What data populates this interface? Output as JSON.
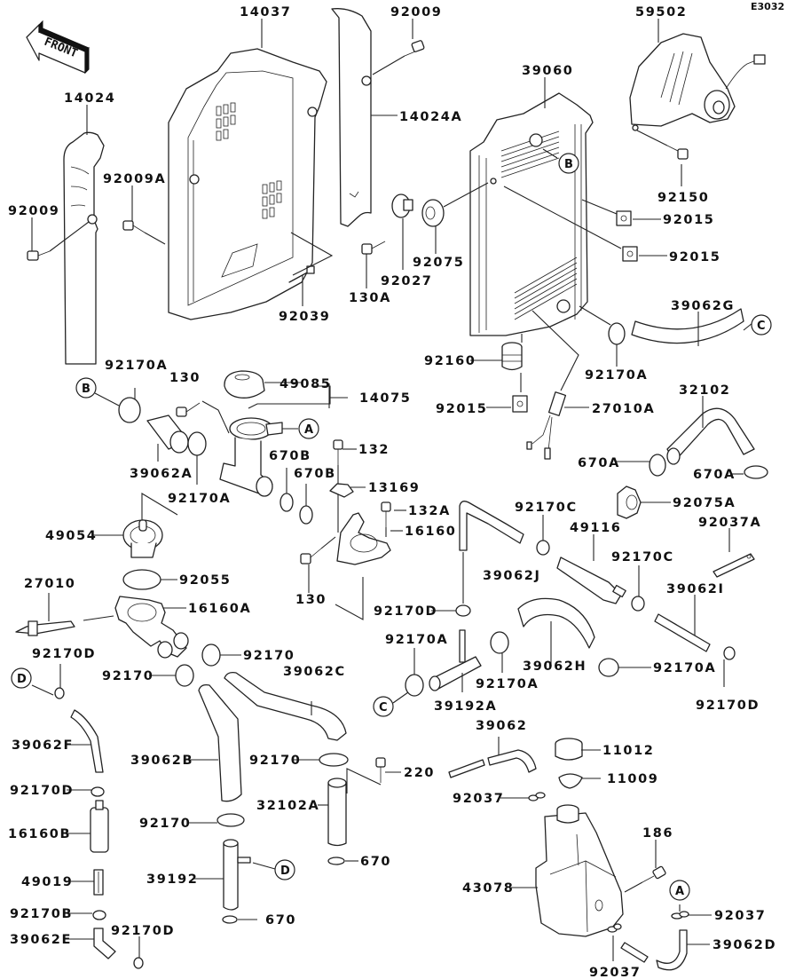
{
  "diagram": {
    "code": "E3032",
    "direction_indicator": "FRONT"
  },
  "labels": [
    {
      "id": "14037",
      "text": "14037"
    },
    {
      "id": "92009-top",
      "text": "92009"
    },
    {
      "id": "59502",
      "text": "59502"
    },
    {
      "id": "14024",
      "text": "14024"
    },
    {
      "id": "14024A",
      "text": "14024A"
    },
    {
      "id": "39060",
      "text": "39060"
    },
    {
      "id": "92009A",
      "text": "92009A"
    },
    {
      "id": "92009-left",
      "text": "92009"
    },
    {
      "id": "92150",
      "text": "92150"
    },
    {
      "id": "92015-a",
      "text": "92015"
    },
    {
      "id": "92075",
      "text": "92075"
    },
    {
      "id": "92027",
      "text": "92027"
    },
    {
      "id": "92015-b",
      "text": "92015"
    },
    {
      "id": "130A",
      "text": "130A"
    },
    {
      "id": "92039",
      "text": "92039"
    },
    {
      "id": "39062G",
      "text": "39062G"
    },
    {
      "id": "92160",
      "text": "92160"
    },
    {
      "id": "92170A-r1",
      "text": "92170A"
    },
    {
      "id": "92170A-l1",
      "text": "92170A"
    },
    {
      "id": "130-a",
      "text": "130"
    },
    {
      "id": "49085",
      "text": "49085"
    },
    {
      "id": "14075",
      "text": "14075"
    },
    {
      "id": "92015-c",
      "text": "92015"
    },
    {
      "id": "27010A",
      "text": "27010A"
    },
    {
      "id": "32102",
      "text": "32102"
    },
    {
      "id": "132",
      "text": "132"
    },
    {
      "id": "39062A",
      "text": "39062A"
    },
    {
      "id": "670B-a",
      "text": "670B"
    },
    {
      "id": "670B-b",
      "text": "670B"
    },
    {
      "id": "13169",
      "text": "13169"
    },
    {
      "id": "670A-a",
      "text": "670A"
    },
    {
      "id": "670A-b",
      "text": "670A"
    },
    {
      "id": "92170A-l2",
      "text": "92170A"
    },
    {
      "id": "92075A",
      "text": "92075A"
    },
    {
      "id": "132A",
      "text": "132A"
    },
    {
      "id": "92170C-a",
      "text": "92170C"
    },
    {
      "id": "92037A",
      "text": "92037A"
    },
    {
      "id": "49054",
      "text": "49054"
    },
    {
      "id": "49116",
      "text": "49116"
    },
    {
      "id": "16160",
      "text": "16160"
    },
    {
      "id": "92170C-b",
      "text": "92170C"
    },
    {
      "id": "39062J",
      "text": "39062J"
    },
    {
      "id": "92055",
      "text": "92055"
    },
    {
      "id": "130-b",
      "text": "130"
    },
    {
      "id": "39062I",
      "text": "39062I"
    },
    {
      "id": "27010",
      "text": "27010"
    },
    {
      "id": "16160A",
      "text": "16160A"
    },
    {
      "id": "92170D-m",
      "text": "92170D"
    },
    {
      "id": "92170A-m",
      "text": "92170A"
    },
    {
      "id": "92170D-l",
      "text": "92170D"
    },
    {
      "id": "92170-a",
      "text": "92170"
    },
    {
      "id": "39062C",
      "text": "39062C"
    },
    {
      "id": "39062H",
      "text": "39062H"
    },
    {
      "id": "92170A-r2",
      "text": "92170A"
    },
    {
      "id": "92170-b",
      "text": "92170"
    },
    {
      "id": "92170A-m2",
      "text": "92170A"
    },
    {
      "id": "39192A",
      "text": "39192A"
    },
    {
      "id": "92170D-r",
      "text": "92170D"
    },
    {
      "id": "39062F",
      "text": "39062F"
    },
    {
      "id": "39062",
      "text": "39062"
    },
    {
      "id": "11012",
      "text": "11012"
    },
    {
      "id": "39062B",
      "text": "39062B"
    },
    {
      "id": "92170-c",
      "text": "92170"
    },
    {
      "id": "220",
      "text": "220"
    },
    {
      "id": "11009",
      "text": "11009"
    },
    {
      "id": "92170D-l2",
      "text": "92170D"
    },
    {
      "id": "92037-a",
      "text": "92037"
    },
    {
      "id": "16160B",
      "text": "16160B"
    },
    {
      "id": "32102A",
      "text": "32102A"
    },
    {
      "id": "92170-d",
      "text": "92170"
    },
    {
      "id": "186",
      "text": "186"
    },
    {
      "id": "670-a",
      "text": "670"
    },
    {
      "id": "49019",
      "text": "49019"
    },
    {
      "id": "39192",
      "text": "39192"
    },
    {
      "id": "43078",
      "text": "43078"
    },
    {
      "id": "92170B",
      "text": "92170B"
    },
    {
      "id": "670-b",
      "text": "670"
    },
    {
      "id": "92037-b",
      "text": "92037"
    },
    {
      "id": "39062E",
      "text": "39062E"
    },
    {
      "id": "92170D-l3",
      "text": "92170D"
    },
    {
      "id": "39062D",
      "text": "39062D"
    },
    {
      "id": "92037-c",
      "text": "92037"
    }
  ],
  "callouts": [
    {
      "id": "B-radiator",
      "text": "B"
    },
    {
      "id": "C-hose",
      "text": "C"
    },
    {
      "id": "B-clamp",
      "text": "B"
    },
    {
      "id": "A-filler",
      "text": "A"
    },
    {
      "id": "D-clamp",
      "text": "D"
    },
    {
      "id": "C-clamp",
      "text": "C"
    },
    {
      "id": "D-pipe",
      "text": "D"
    },
    {
      "id": "A-tank",
      "text": "A"
    }
  ]
}
